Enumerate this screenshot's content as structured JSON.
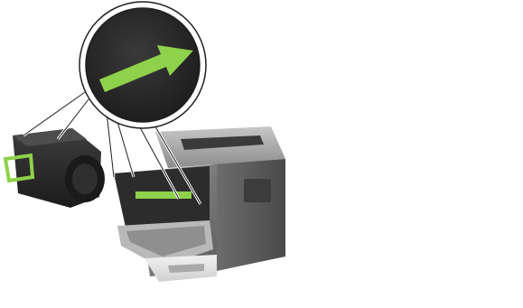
{
  "figure": {
    "panels": [
      {
        "id": "left",
        "callout": "insert-direction-arrow",
        "arrow_color": "#8ed14a",
        "handle_color": "#8ed14a"
      },
      {
        "id": "right",
        "callout": "cartridge-seated-detail",
        "arrow_color": "#e0352b",
        "highlight_color": "#8ed14a"
      }
    ],
    "colors": {
      "printer_body": "#7d7d7d",
      "printer_dark": "#4a4a4a",
      "printer_light": "#b9b9b9",
      "tray": "#e2e2e2",
      "cartridge": "#2b2b2b",
      "callout_fill": "#2a2a2a",
      "callout_ring": "#ffffff"
    }
  }
}
